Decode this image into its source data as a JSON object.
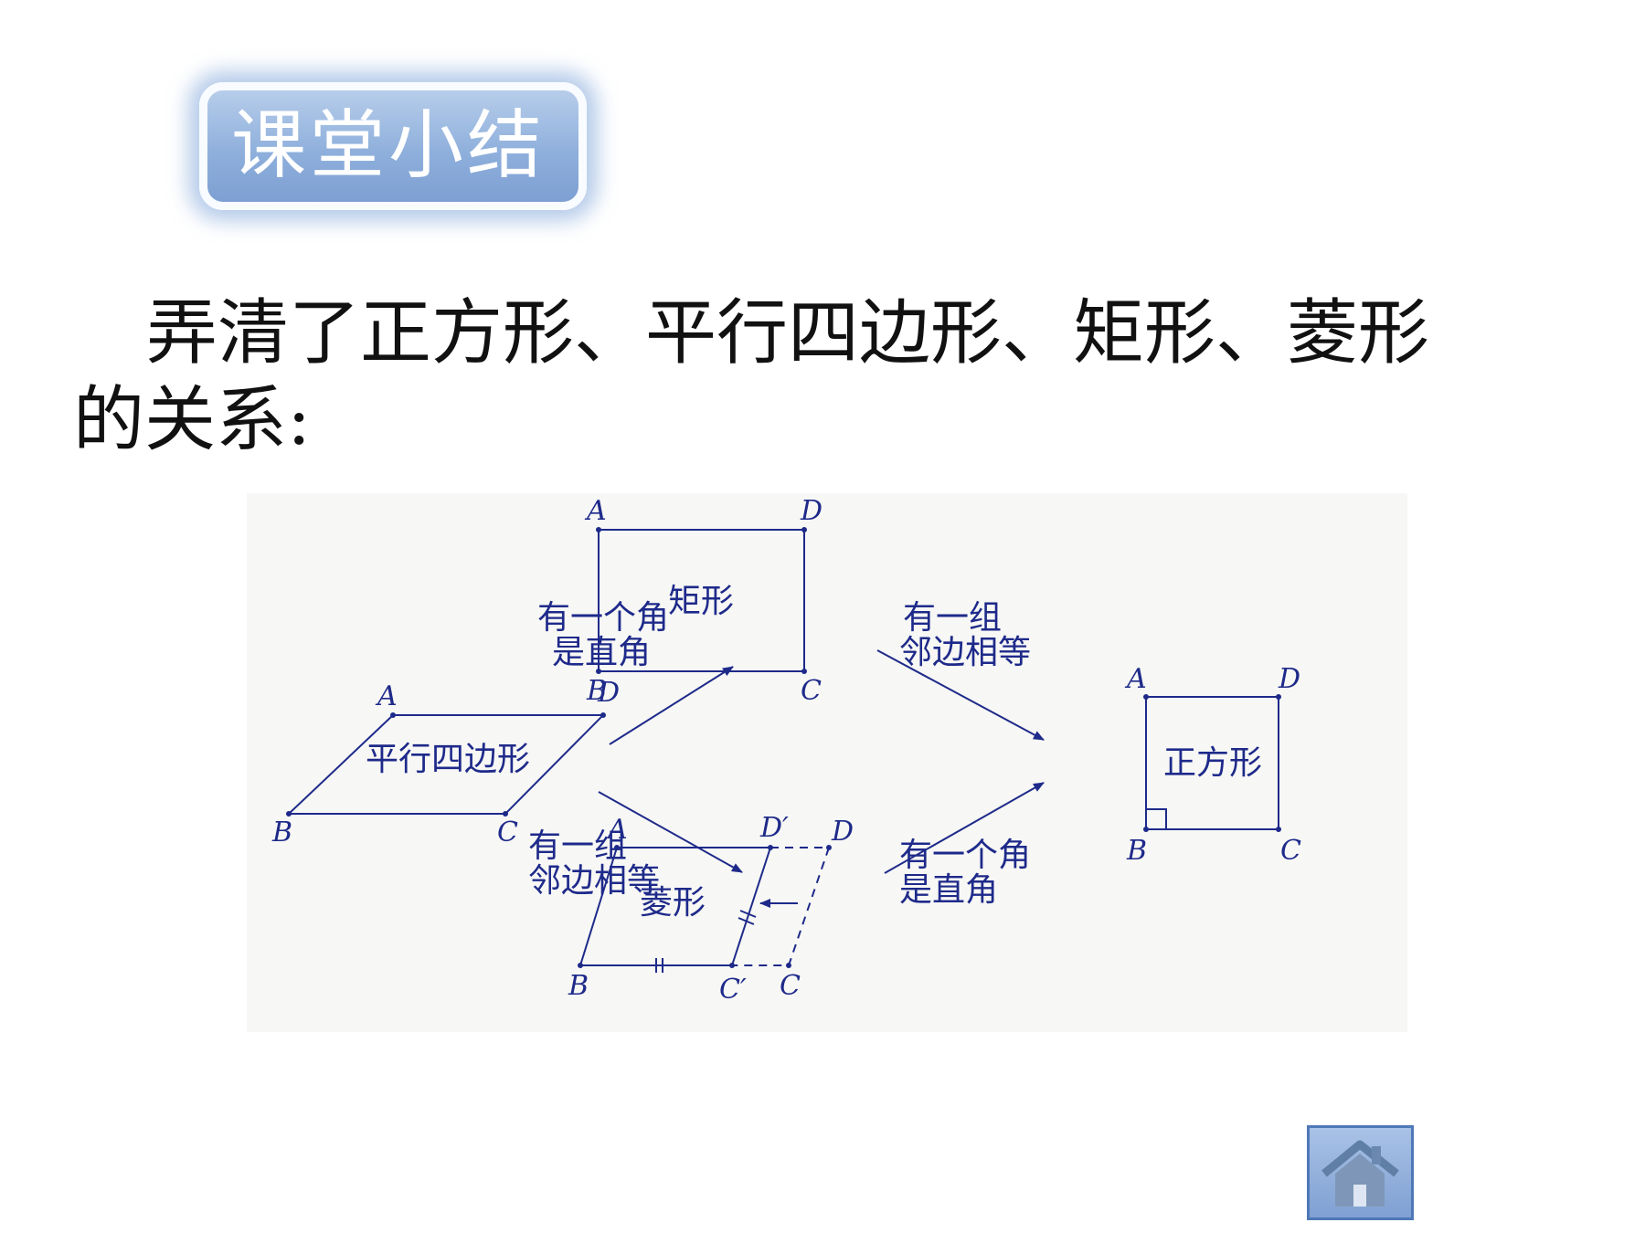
{
  "title": "课堂小结",
  "intro_text": "弄清了正方形、平行四边形、矩形、菱形的关系:",
  "diagram": {
    "shapes": {
      "parallelogram": "平行四边形",
      "rectangle": "矩形",
      "rhombus": "菱形",
      "square": "正方形"
    },
    "conditions": {
      "para_to_rect": [
        "有一个角",
        "是直角"
      ],
      "rect_to_square": [
        "有一组",
        "邻边相等"
      ],
      "para_to_rhombus": [
        "有一组",
        "邻边相等"
      ],
      "rhombus_to_square": [
        "有一个角",
        "是直角"
      ]
    },
    "points": {
      "para": {
        "A": "A",
        "B": "B",
        "C": "C",
        "D": "D"
      },
      "rect": {
        "A": "A",
        "B": "B",
        "C": "C",
        "D": "D"
      },
      "square": {
        "A": "A",
        "B": "B",
        "C": "C",
        "D": "D"
      },
      "rhombus": {
        "A": "A",
        "B": "B",
        "C": "C",
        "D": "D",
        "Dp": "D′",
        "Cp": "C′"
      }
    }
  },
  "icons": {
    "home": "home-icon"
  },
  "colors": {
    "diagram_ink": "#1e2a8a",
    "badge": "#8fb0dc"
  }
}
